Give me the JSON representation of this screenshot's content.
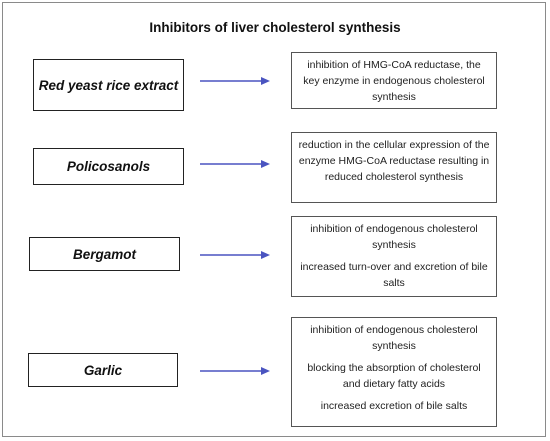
{
  "title": "Inhibitors of liver cholesterol synthesis",
  "arrow_color": "#4a54c0",
  "rows": [
    {
      "inhibitor": "Red yeast rice extract",
      "effects": [
        "inhibition of HMG-CoA reductase, the key enzyme in endogenous cholesterol synthesis"
      ]
    },
    {
      "inhibitor": "Policosanols",
      "effects": [
        "reduction in the cellular expression of the enzyme HMG-CoA reductase resulting in reduced cholesterol synthesis"
      ]
    },
    {
      "inhibitor": "Bergamot",
      "effects": [
        "inhibition of endogenous cholesterol synthesis",
        "increased turn-over and excretion of bile salts"
      ]
    },
    {
      "inhibitor": "Garlic",
      "effects": [
        "inhibition of endogenous cholesterol synthesis",
        "blocking the absorption of cholesterol and dietary fatty acids",
        "increased excretion of bile salts"
      ]
    }
  ]
}
